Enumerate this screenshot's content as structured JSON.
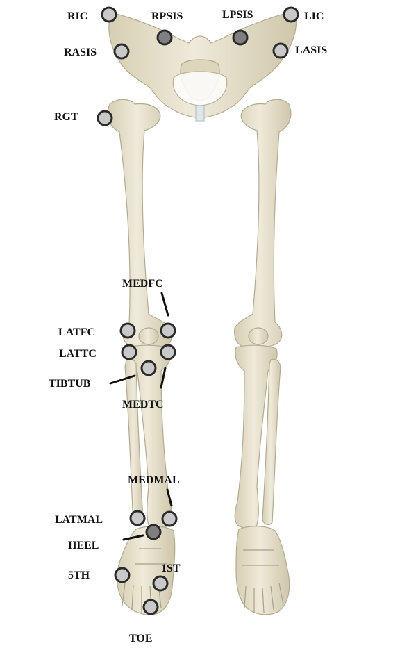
{
  "colors": {
    "bone": "#e9e4cf",
    "bone_shade": "#cfc7ab",
    "bone_outline": "#b3ab8e",
    "marker_light": "#c9c9c9",
    "marker_dark": "#7f7f7f",
    "marker_stroke": "#2a2a2a",
    "leader": "#111111"
  },
  "markers": [
    {
      "id": "ric",
      "label": "RIC",
      "shade": "light"
    },
    {
      "id": "rpsis",
      "label": "RPSIS",
      "shade": "dark"
    },
    {
      "id": "lpsis",
      "label": "LPSIS",
      "shade": "dark"
    },
    {
      "id": "lic",
      "label": "LIC",
      "shade": "light"
    },
    {
      "id": "rasis",
      "label": "RASIS",
      "shade": "light"
    },
    {
      "id": "lasis",
      "label": "LASIS",
      "shade": "light"
    },
    {
      "id": "rgt",
      "label": "RGT",
      "shade": "light"
    },
    {
      "id": "medfc",
      "label": "MEDFC",
      "shade": "light"
    },
    {
      "id": "latfc",
      "label": "LATFC",
      "shade": "light"
    },
    {
      "id": "lattc",
      "label": "LATTC",
      "shade": "light"
    },
    {
      "id": "medtc",
      "label": "MEDTC",
      "shade": "light"
    },
    {
      "id": "tibtub",
      "label": "TIBTUB",
      "shade": "light"
    },
    {
      "id": "medmal",
      "label": "MEDMAL",
      "shade": "light"
    },
    {
      "id": "latmal",
      "label": "LATMAL",
      "shade": "light"
    },
    {
      "id": "heel",
      "label": "HEEL",
      "shade": "dark"
    },
    {
      "id": "1st",
      "label": "1ST",
      "shade": "light"
    },
    {
      "id": "5th",
      "label": "5TH",
      "shade": "light"
    },
    {
      "id": "toe",
      "label": "TOE",
      "shade": "light"
    }
  ]
}
